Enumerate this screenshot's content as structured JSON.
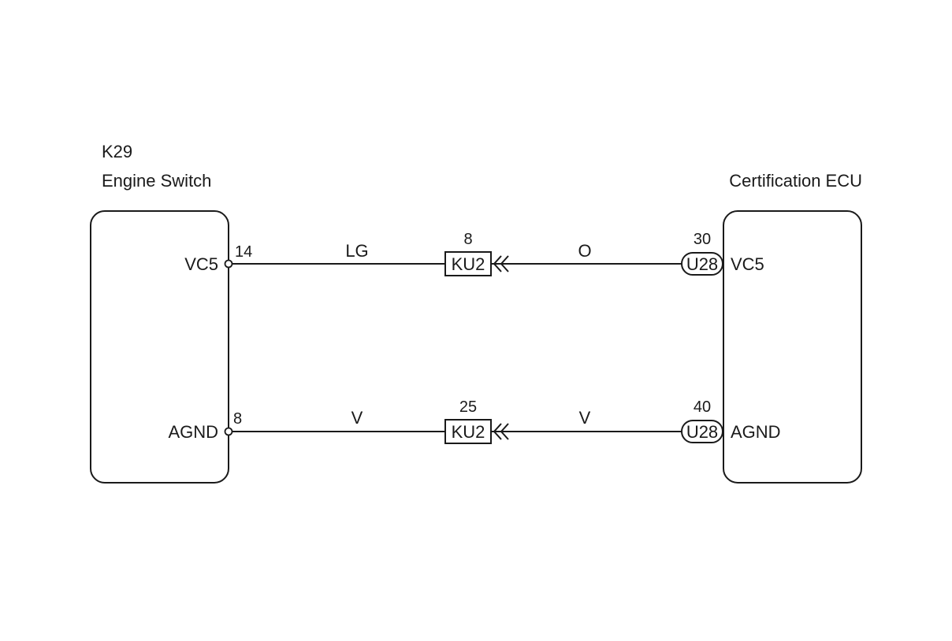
{
  "left_component": {
    "code": "K29",
    "name": "Engine Switch",
    "pins": [
      {
        "name": "VC5",
        "number": "14"
      },
      {
        "name": "AGND",
        "number": "8"
      }
    ]
  },
  "right_component": {
    "name": "Certification ECU",
    "pins": [
      {
        "name": "VC5",
        "number": "30",
        "connector": "U28"
      },
      {
        "name": "AGND",
        "number": "40",
        "connector": "U28"
      }
    ]
  },
  "wires": [
    {
      "left_color": "LG",
      "junction_connector": "KU2",
      "junction_pin": "8",
      "right_color": "O"
    },
    {
      "left_color": "V",
      "junction_connector": "KU2",
      "junction_pin": "25",
      "right_color": "V"
    }
  ],
  "colors": {
    "line": "#1a1a1a",
    "background": "#ffffff"
  }
}
